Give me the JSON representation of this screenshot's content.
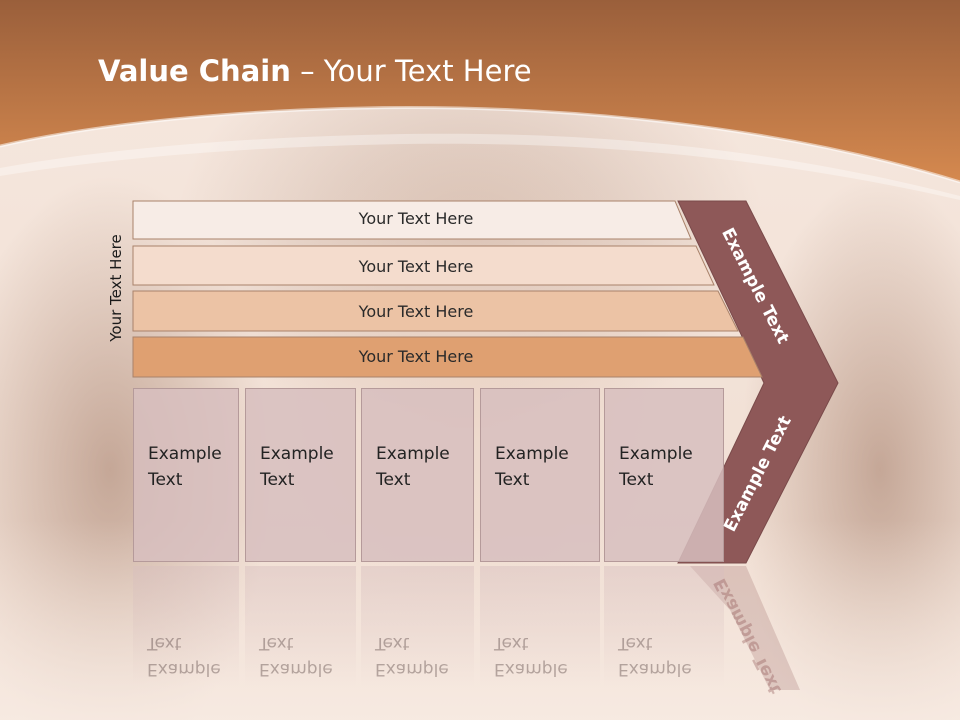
{
  "slide": {
    "title_bold": "Value Chain",
    "title_rest": " – Your Text Here",
    "side_label": "Your Text Here"
  },
  "bands": [
    {
      "label": "Your Text Here",
      "color": "#f7ece6"
    },
    {
      "label": "Your Text Here",
      "color": "#f4dccd"
    },
    {
      "label": "Your Text Here",
      "color": "#ecc3a5"
    },
    {
      "label": "Your Text Here",
      "color": "#dfa071"
    }
  ],
  "boxes": [
    {
      "label": "Example\nText"
    },
    {
      "label": "Example\nText"
    },
    {
      "label": "Example\nText"
    },
    {
      "label": "Example\nText"
    },
    {
      "label": "Example\nText"
    }
  ],
  "chevron": {
    "upper_label": "Example Text",
    "lower_label": "Example Text",
    "color": "#8e5858"
  },
  "colors": {
    "header": "#c97f4c",
    "header_dark": "#9a5f3b",
    "box_fill": "#d7bebe"
  }
}
